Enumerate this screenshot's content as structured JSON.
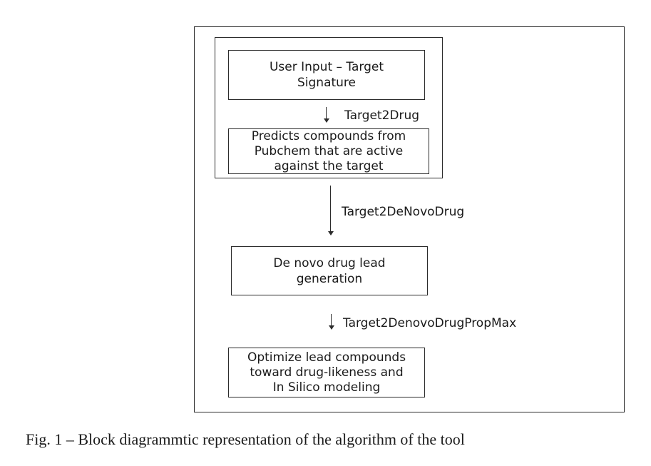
{
  "diagram": {
    "nodes": {
      "user_input": {
        "label": "User Input – Target\nSignature"
      },
      "predicts": {
        "label": "Predicts compounds from\nPubchem that are active\nagainst the target"
      },
      "de_novo": {
        "label": "De novo drug lead\ngeneration"
      },
      "optimize": {
        "label": "Optimize lead compounds\ntoward drug-likeness and\nIn Silico modeling"
      }
    },
    "edges": {
      "target2drug": {
        "label": "Target2Drug"
      },
      "target2denovodrug": {
        "label": "Target2DeNovoDrug"
      },
      "target2denovodrugpropmax": {
        "label": "Target2DenovoDrugPropMax"
      }
    }
  },
  "caption": "Fig. 1 – Block diagrammtic representation of the algorithm of the tool"
}
